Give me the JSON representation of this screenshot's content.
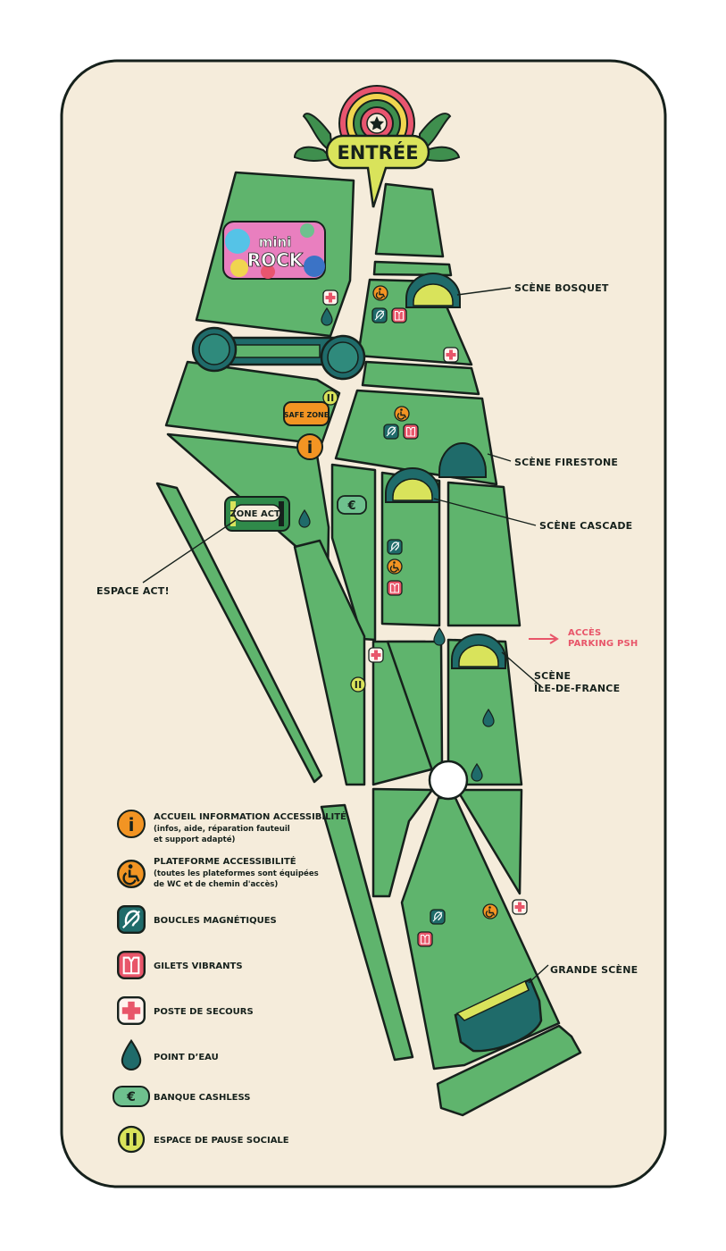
{
  "entrance": {
    "label": "ENTRÉE"
  },
  "zones": {
    "mini_rock": {
      "line1": "mini",
      "line2": "ROCK"
    },
    "safe_zone": "SAFE ZONE",
    "zone_act": "ZONE ACT!"
  },
  "stages": {
    "bosquet": "SCÈNE BOSQUET",
    "firestone": "SCÈNE FIRESTONE",
    "cascade": "SCÈNE CASCADE",
    "ile_de_france_1": "SCÈNE",
    "ile_de_france_2": "ÎLE-DE-FRANCE",
    "grande": "GRANDE SCÈNE"
  },
  "places": {
    "espace_act": "ESPACE ACT!",
    "parking_1": "ACCÈS",
    "parking_2": "PARKING PSH"
  },
  "icons": {
    "info_glyph": "i",
    "euro_glyph": "€",
    "pause_glyph": "II"
  },
  "legend": [
    {
      "icon": "info-icon",
      "title": "ACCUEIL INFORMATION ACCESSIBILITÉ",
      "desc": [
        "(infos, aide, réparation fauteuil",
        "et support adapté)"
      ]
    },
    {
      "icon": "wheelchair-icon",
      "title": "PLATEFORME ACCESSIBILITÉ",
      "desc": [
        "(toutes les plateformes sont équipées",
        "de WC et de chemin d'accès)"
      ]
    },
    {
      "icon": "hearing-loop-icon",
      "title": "BOUCLES MAGNÉTIQUES",
      "desc": []
    },
    {
      "icon": "vibrating-vest-icon",
      "title": "GILETS VIBRANTS",
      "desc": []
    },
    {
      "icon": "first-aid-icon",
      "title": "POSTE DE SECOURS",
      "desc": []
    },
    {
      "icon": "water-drop-icon",
      "title": "POINT D’EAU",
      "desc": []
    },
    {
      "icon": "cashless-bank-icon",
      "title": "BANQUE CASHLESS",
      "desc": []
    },
    {
      "icon": "social-pause-icon",
      "title": "ESPACE DE PAUSE SOCIALE",
      "desc": []
    }
  ],
  "colors": {
    "background": "#f5ecdb",
    "park_green": "#5fb46d",
    "stage_teal": "#1f6b6a",
    "stage_yellow": "#d9e35b",
    "info_orange": "#f29423",
    "access_red": "#e8566a",
    "outline": "#16211c"
  }
}
